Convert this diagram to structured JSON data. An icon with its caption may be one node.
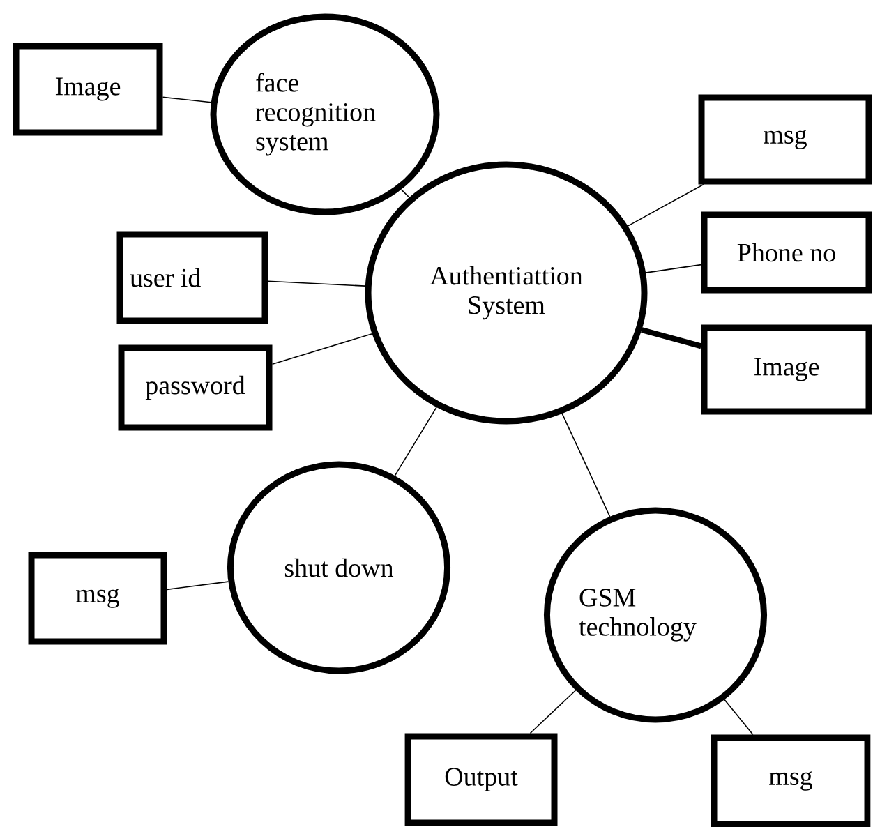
{
  "diagram": {
    "nodes": [
      {
        "text": [
          "face recognition system"
        ]
      },
      {
        "text": [
          "Image"
        ]
      },
      {
        "text": [
          "Authentiattion System"
        ]
      },
      {
        "text": [
          "msg"
        ]
      },
      {
        "text": [
          "Phone no"
        ]
      },
      {
        "text": [
          "Image"
        ]
      },
      {
        "text": [
          "user id"
        ]
      },
      {
        "text": [
          "password"
        ]
      },
      {
        "text": [
          "shut down"
        ]
      },
      {
        "text": [
          "msg"
        ]
      },
      {
        "text": [
          "GSM technology"
        ]
      },
      {
        "text": [
          "Output"
        ]
      },
      {
        "text": [
          "msg"
        ]
      }
    ],
    "edges": [
      {
        "from": 1,
        "to": 0,
        "arrow": "none"
      },
      {
        "from": 0,
        "to": 2,
        "arrow": "none"
      },
      {
        "from": 2,
        "to": 3,
        "arrow": "none"
      },
      {
        "from": 2,
        "to": 4,
        "arrow": "none"
      },
      {
        "from": 2,
        "to": 5,
        "arrow": "none",
        "style": "thick"
      },
      {
        "from": 6,
        "to": 2,
        "arrow": "none"
      },
      {
        "from": 7,
        "to": 2,
        "arrow": "none"
      },
      {
        "from": 2,
        "to": 8,
        "arrow": "none"
      },
      {
        "from": 2,
        "to": 10,
        "arrow": "none"
      },
      {
        "from": 9,
        "to": 8,
        "arrow": "none"
      },
      {
        "from": 10,
        "to": 11,
        "arrow": "none"
      },
      {
        "from": 10,
        "to": 12,
        "arrow": "none"
      }
    ]
  }
}
